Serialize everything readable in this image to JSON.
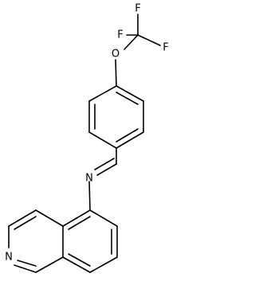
{
  "molecule": {
    "atoms": {
      "f_top": "F",
      "f_left": "F",
      "f_right": "F",
      "o_ether": "O",
      "n_imine": "N",
      "n_ring": "N"
    }
  }
}
